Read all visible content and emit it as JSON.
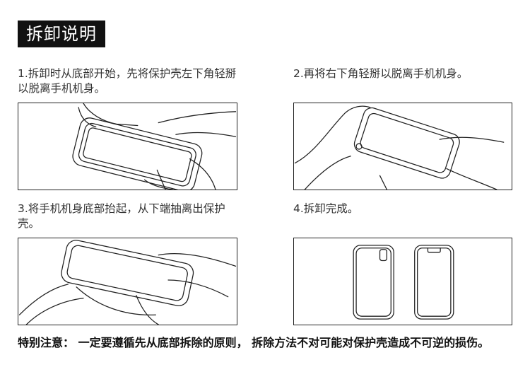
{
  "title": "拆卸说明",
  "steps": [
    {
      "text": "1.拆卸时从底部开始，先将保护壳左下角轻掰以脱离手机机身。"
    },
    {
      "text": "2.再将右下角轻掰以脱离手机机身。"
    },
    {
      "text": "3.将手机机身底部抬起，从下端抽离出保护壳。"
    },
    {
      "text": "4.拆卸完成。"
    }
  ],
  "note": "特别注意： 一定要遵循先从底部拆除的原则， 拆除方法不对可能对保护壳造成不可逆的损伤。"
}
